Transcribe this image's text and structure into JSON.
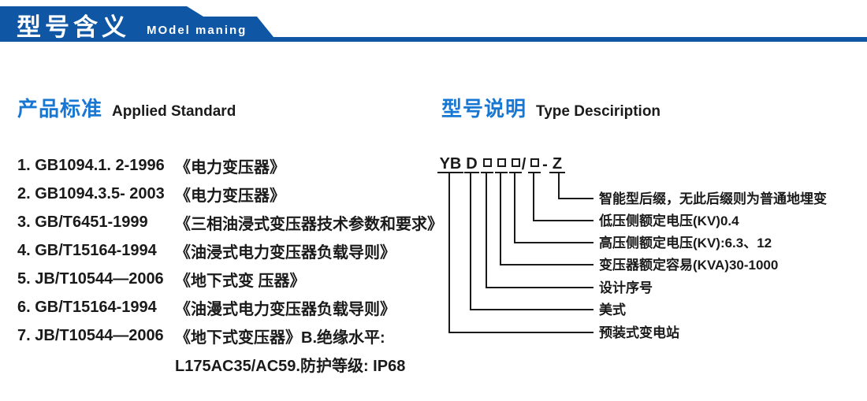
{
  "banner": {
    "title": "型号含义",
    "subtitle": "MOdel maning"
  },
  "sections": {
    "left": {
      "title_zh": "产品标准",
      "title_en": "Applied Standard"
    },
    "right": {
      "title_zh": "型号说明",
      "title_en": "Type Desciription"
    }
  },
  "standards": [
    {
      "code": "1. GB1094.1. 2-1996",
      "name": "《电力变压器》"
    },
    {
      "code": "2. GB1094.3.5- 2003",
      "name": "《电力变压器》"
    },
    {
      "code": "3. GB/T6451-1999",
      "name": "《三相油浸式变压器技术参数和要求》"
    },
    {
      "code": "4. GB/T15164-1994",
      "name": "《油浸式电力变压器负载导则》"
    },
    {
      "code": "5. JB/T10544—2006",
      "name": "《地下式变 压器》"
    },
    {
      "code": "6. GB/T15164-1994",
      "name": "《油漫式电力变压器负载导则》"
    },
    {
      "code": "7. JB/T10544—2006",
      "name": "《地下式变压器》B.绝缘水平:"
    },
    {
      "code": "",
      "name": "L175AC35/AC59.防护等级: IP68"
    }
  ],
  "model_code": {
    "prefix": "YB",
    "series": "D",
    "slash": "/",
    "dash": "-",
    "suffix": "Z",
    "labels": [
      "智能型后缀，无此后缀则为普通地埋变",
      "低压侧额定电压(KV)0.4",
      "高压侧额定电压(KV):6.3、12",
      "变压器额定容易(KVA)30-1000",
      "设计序号",
      "美式",
      "预装式变电站"
    ]
  },
  "colors": {
    "banner_blue": "#0f57a4",
    "accent_blue": "#1777d2",
    "text_black": "#1a1a1a"
  }
}
